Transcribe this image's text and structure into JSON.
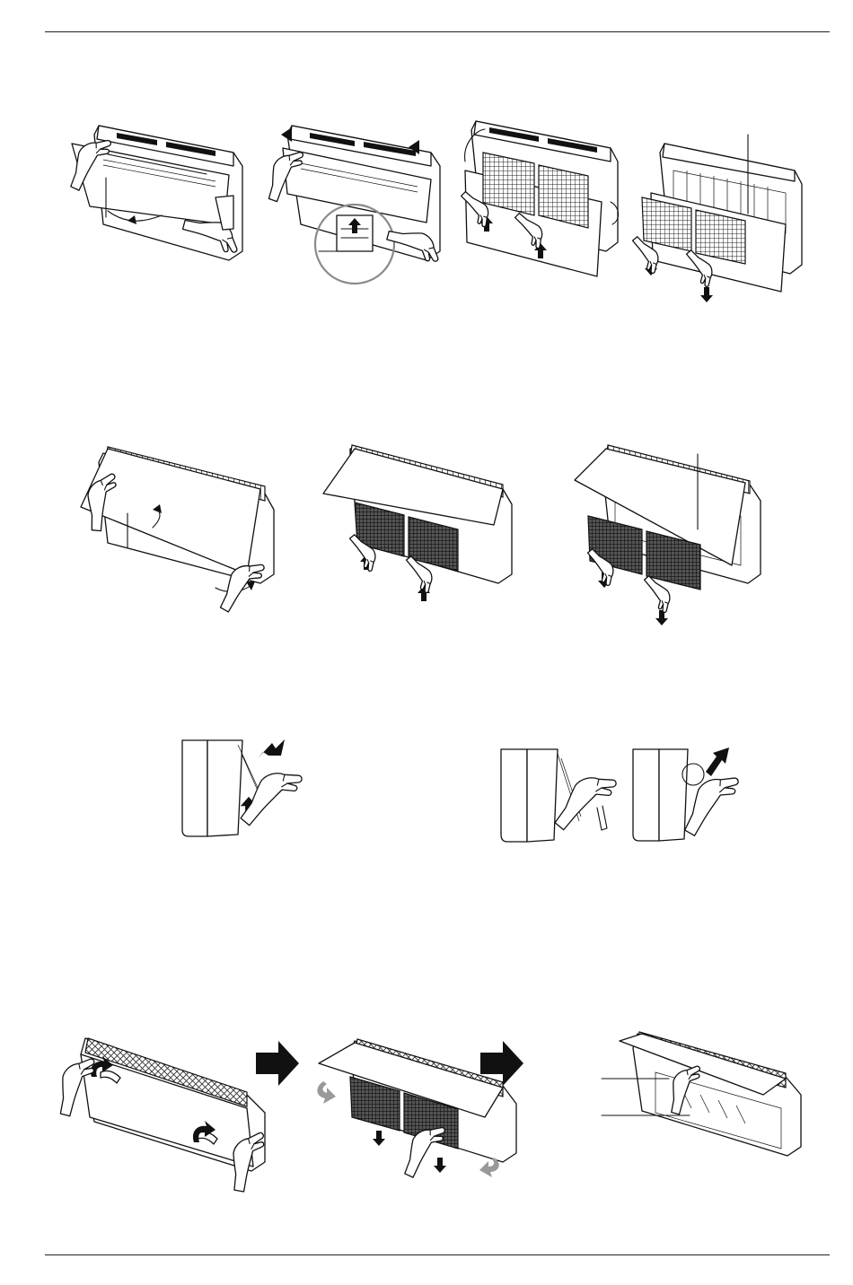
{
  "figures": {
    "row1": [
      "open-front-grille",
      "unhook-front-grille",
      "lift-filters",
      "pull-out-filters"
    ],
    "row2": [
      "raise-front-panel",
      "lift-filters",
      "pull-out-filters"
    ],
    "row3": [
      "press-panel-edge",
      "close-panel",
      "push-panel-corner"
    ],
    "row4": [
      "open-grille",
      "remove-filters",
      "filter-and-sensor"
    ]
  },
  "icons": [
    "hand-icon",
    "arrow-up-icon",
    "arrow-down-icon",
    "curved-arrow-icon",
    "big-right-arrow-icon"
  ],
  "colors": {
    "line": "#111111",
    "accent_grey": "#999999",
    "page": "#ffffff"
  }
}
